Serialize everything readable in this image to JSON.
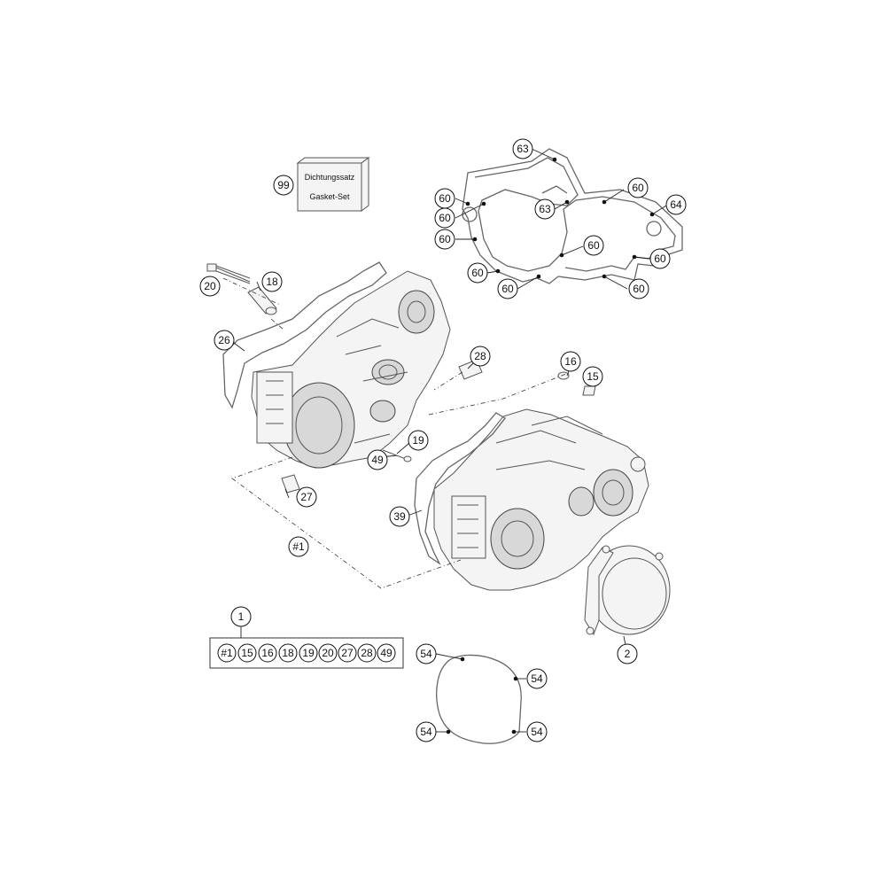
{
  "gasket_kit_box": {
    "line1": "Dichtungssatz",
    "line2": "Gasket-Set"
  },
  "callouts": {
    "c99": "99",
    "c63a": "63",
    "c63b": "63",
    "c60a": "60",
    "c60b": "60",
    "c60c": "60",
    "c60d": "60",
    "c60e": "60",
    "c60f": "60",
    "c60g": "60",
    "c60h": "60",
    "c64": "64",
    "c20": "20",
    "c18": "18",
    "c26": "26",
    "c28": "28",
    "c16": "16",
    "c15": "15",
    "c19": "19",
    "c49": "49",
    "c27": "27",
    "c39": "39",
    "c1hash": "#1",
    "c2": "2",
    "c1": "1",
    "c54a": "54",
    "c54b": "54",
    "c54c": "54",
    "c54d": "54"
  },
  "kit_list": [
    "#1",
    "15",
    "16",
    "18",
    "19",
    "20",
    "27",
    "28",
    "49"
  ]
}
